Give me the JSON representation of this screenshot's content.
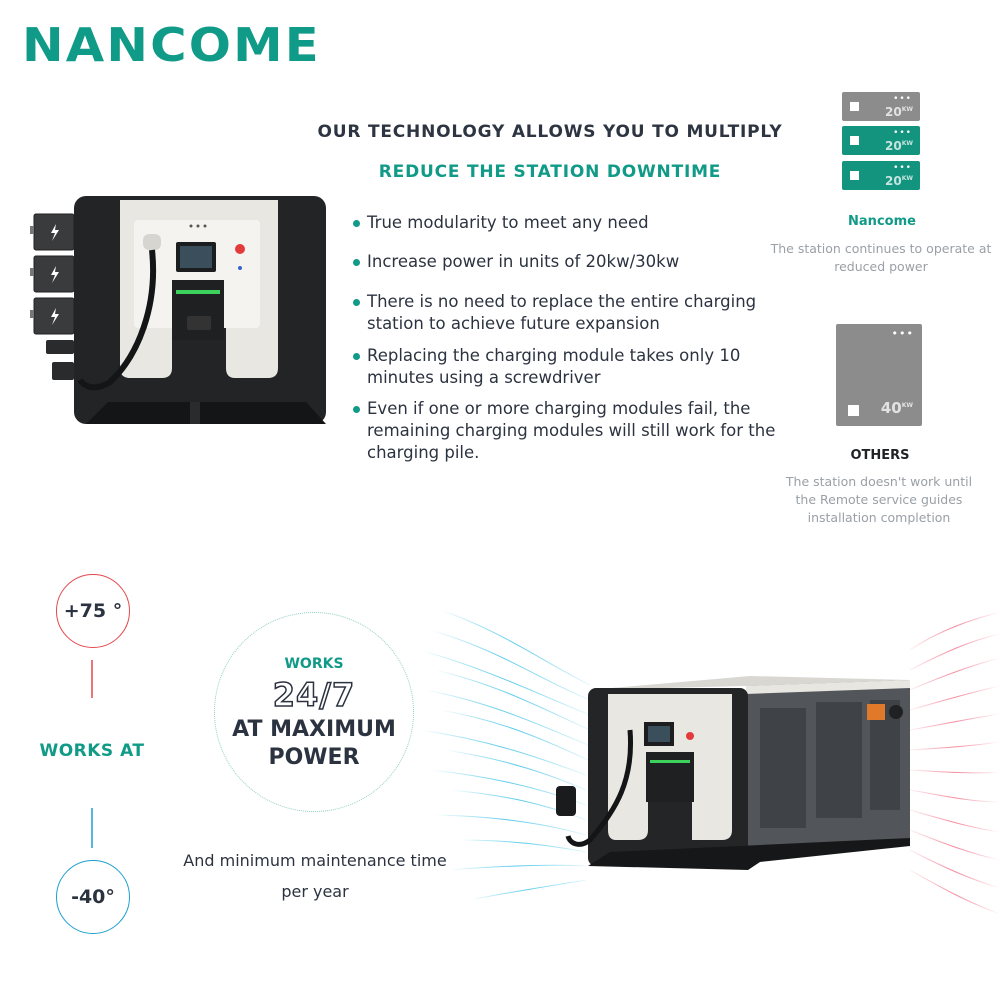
{
  "brand": {
    "logo": "NANCOME",
    "color": "#0f9b87"
  },
  "headline": {
    "line1": "OUR TECHNOLOGY ALLOWS YOU TO MULTIPLY",
    "line2": "REDUCE THE STATION DOWNTIME"
  },
  "features": [
    "True modularity to meet any need",
    "Increase power in units of 20kw/30kw",
    "There is no need to replace the entire charging station to achieve future expansion",
    "Replacing the charging module takes only 10 minutes using a screwdriver",
    "Even if one or more charging modules fail, the remaining charging modules will still work for the charging pile."
  ],
  "comparison": {
    "nancome": {
      "modules": [
        {
          "power": "20",
          "unit": "KW",
          "color": "#8c8c8c"
        },
        {
          "power": "20",
          "unit": "KW",
          "color": "#13947f"
        },
        {
          "power": "20",
          "unit": "KW",
          "color": "#13947f"
        }
      ],
      "title": "Nancome",
      "desc": "The station continues to operate at reduced power"
    },
    "others": {
      "module": {
        "power": "40",
        "unit": "KW",
        "color": "#8c8c8c"
      },
      "title": "OTHERS",
      "desc": "The station doesn't work until the Remote service guides installation completion"
    }
  },
  "temperature": {
    "high": "+75 °",
    "low": "-40°",
    "label": "WORKS AT",
    "high_color": "#e4484e",
    "low_color": "#1f9fd0"
  },
  "uptime": {
    "works": "WORKS",
    "hours": "24/7",
    "max": "AT MAXIMUM",
    "power": "POWER",
    "maintenance": "And minimum maintenance time per year"
  },
  "icons": [
    "lightning-bolt-icon",
    "power-button-icon",
    "nfc-icon"
  ]
}
